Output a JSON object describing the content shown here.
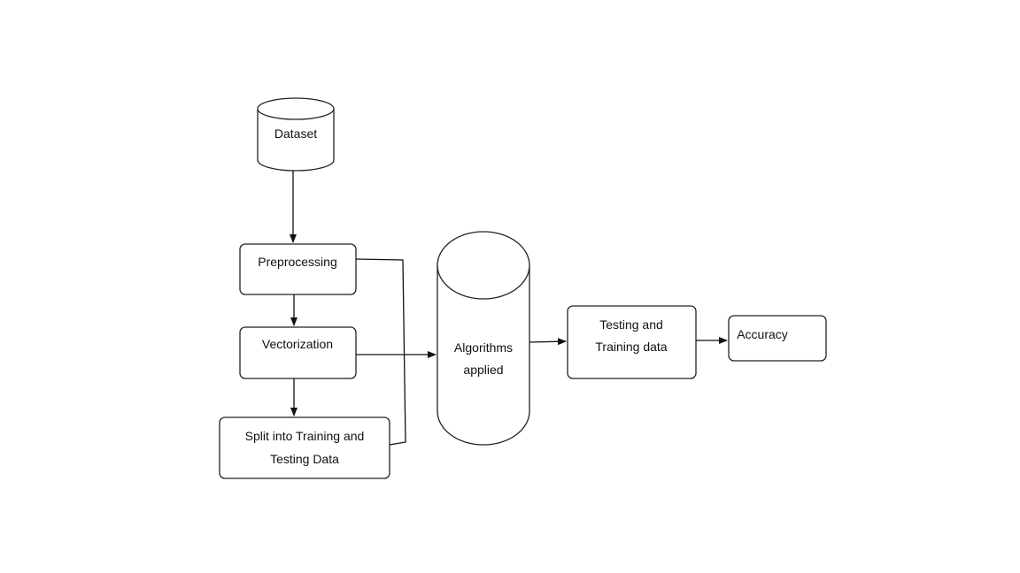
{
  "nodes": {
    "dataset": {
      "label": "Dataset",
      "shape": "cylinder"
    },
    "preprocessing": {
      "label": "Preprocessing",
      "shape": "rounded-rect"
    },
    "vectorization": {
      "label": "Vectorization",
      "shape": "rounded-rect"
    },
    "split": {
      "label_line1": "Split into Training and",
      "label_line2": "Testing Data",
      "shape": "rounded-rect"
    },
    "algorithms": {
      "label_line1": "Algorithms",
      "label_line2": "applied",
      "shape": "cylinder"
    },
    "testing_training": {
      "label_line1": "Testing and",
      "label_line2": "Training data",
      "shape": "rounded-rect"
    },
    "accuracy": {
      "label": "Accuracy",
      "shape": "rounded-rect"
    }
  },
  "edges": [
    {
      "from": "Dataset",
      "to": "Preprocessing"
    },
    {
      "from": "Preprocessing",
      "to": "Vectorization"
    },
    {
      "from": "Vectorization",
      "to": "Split into Training and Testing Data"
    },
    {
      "from": "Preprocessing",
      "to": "Algorithms applied"
    },
    {
      "from": "Vectorization",
      "to": "Algorithms applied"
    },
    {
      "from": "Split into Training and Testing Data",
      "to": "Algorithms applied"
    },
    {
      "from": "Algorithms applied",
      "to": "Testing and Training data"
    },
    {
      "from": "Testing and Training data",
      "to": "Accuracy"
    }
  ],
  "colors": {
    "stroke": "#222222",
    "background": "#ffffff",
    "text": "#111111"
  }
}
